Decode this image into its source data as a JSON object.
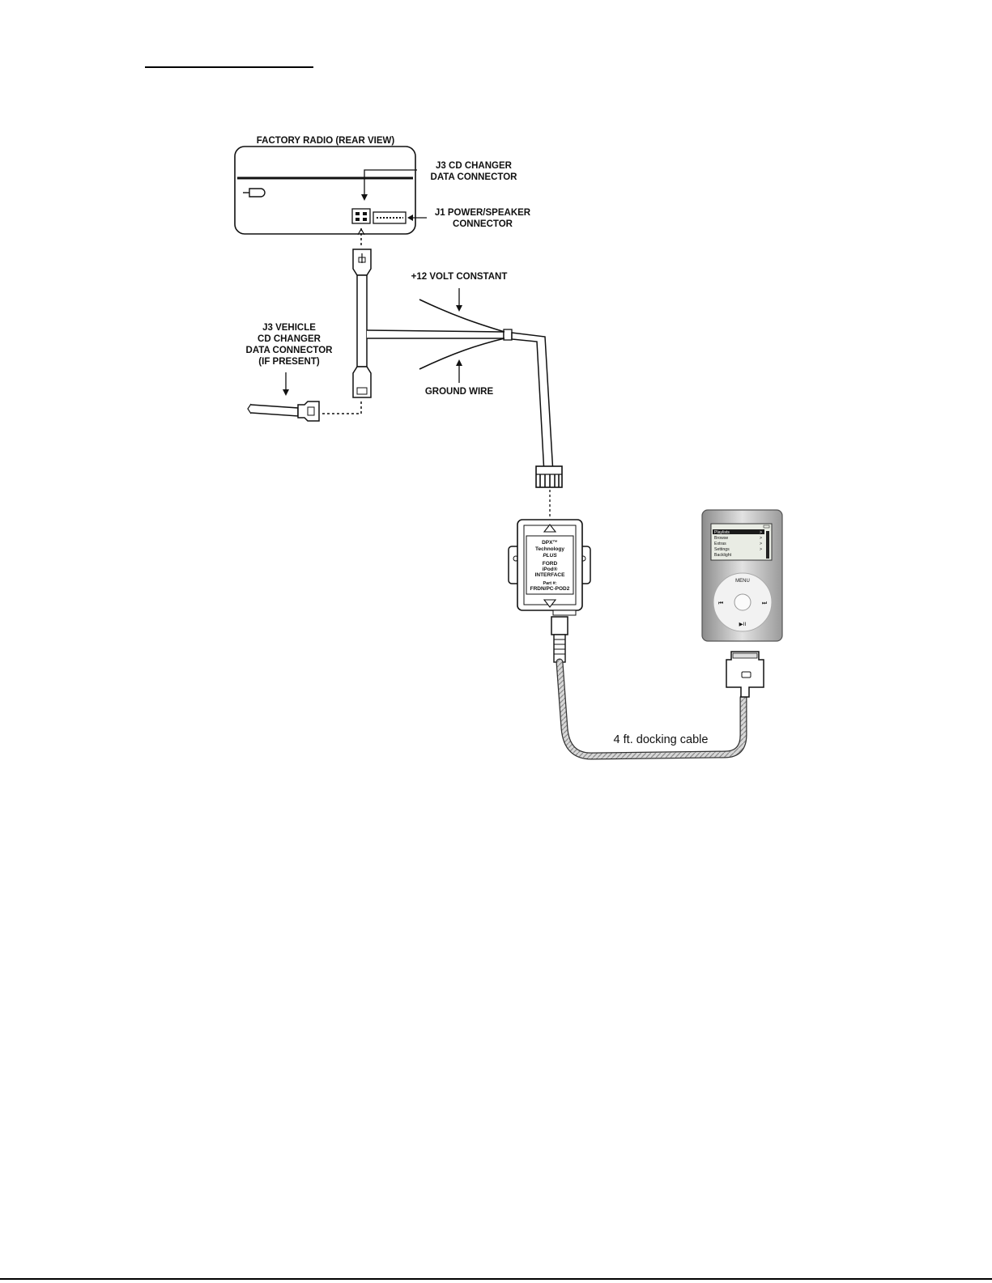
{
  "labels": {
    "factory_radio": "FACTORY RADIO (REAR VIEW)",
    "j3_connector": [
      "J3 CD CHANGER",
      "DATA CONNECTOR"
    ],
    "j1_connector": [
      "J1 POWER/SPEAKER",
      "CONNECTOR"
    ],
    "plus12v": "+12 VOLT CONSTANT",
    "ground": "GROUND WIRE",
    "j3_vehicle": [
      "J3 VEHICLE",
      "CD CHANGER",
      "DATA CONNECTOR",
      "(IF PRESENT)"
    ],
    "docking_cable": "4 ft. docking cable"
  },
  "interface_box": {
    "brand": [
      "DPX™",
      "Technology",
      "PLUS"
    ],
    "product": [
      "FORD",
      "iPod®",
      "INTERFACE"
    ],
    "part_label": "Part #:",
    "part_number": "FRDN/PC-POD2"
  },
  "ipod": {
    "menu_items": [
      "Playlists",
      "Browse",
      "Extras",
      "Settings",
      "Backlight"
    ],
    "menu_button": "MENU",
    "prev_icon": "⏮",
    "next_icon": "⏭",
    "play_pause_icon": "▶II"
  }
}
